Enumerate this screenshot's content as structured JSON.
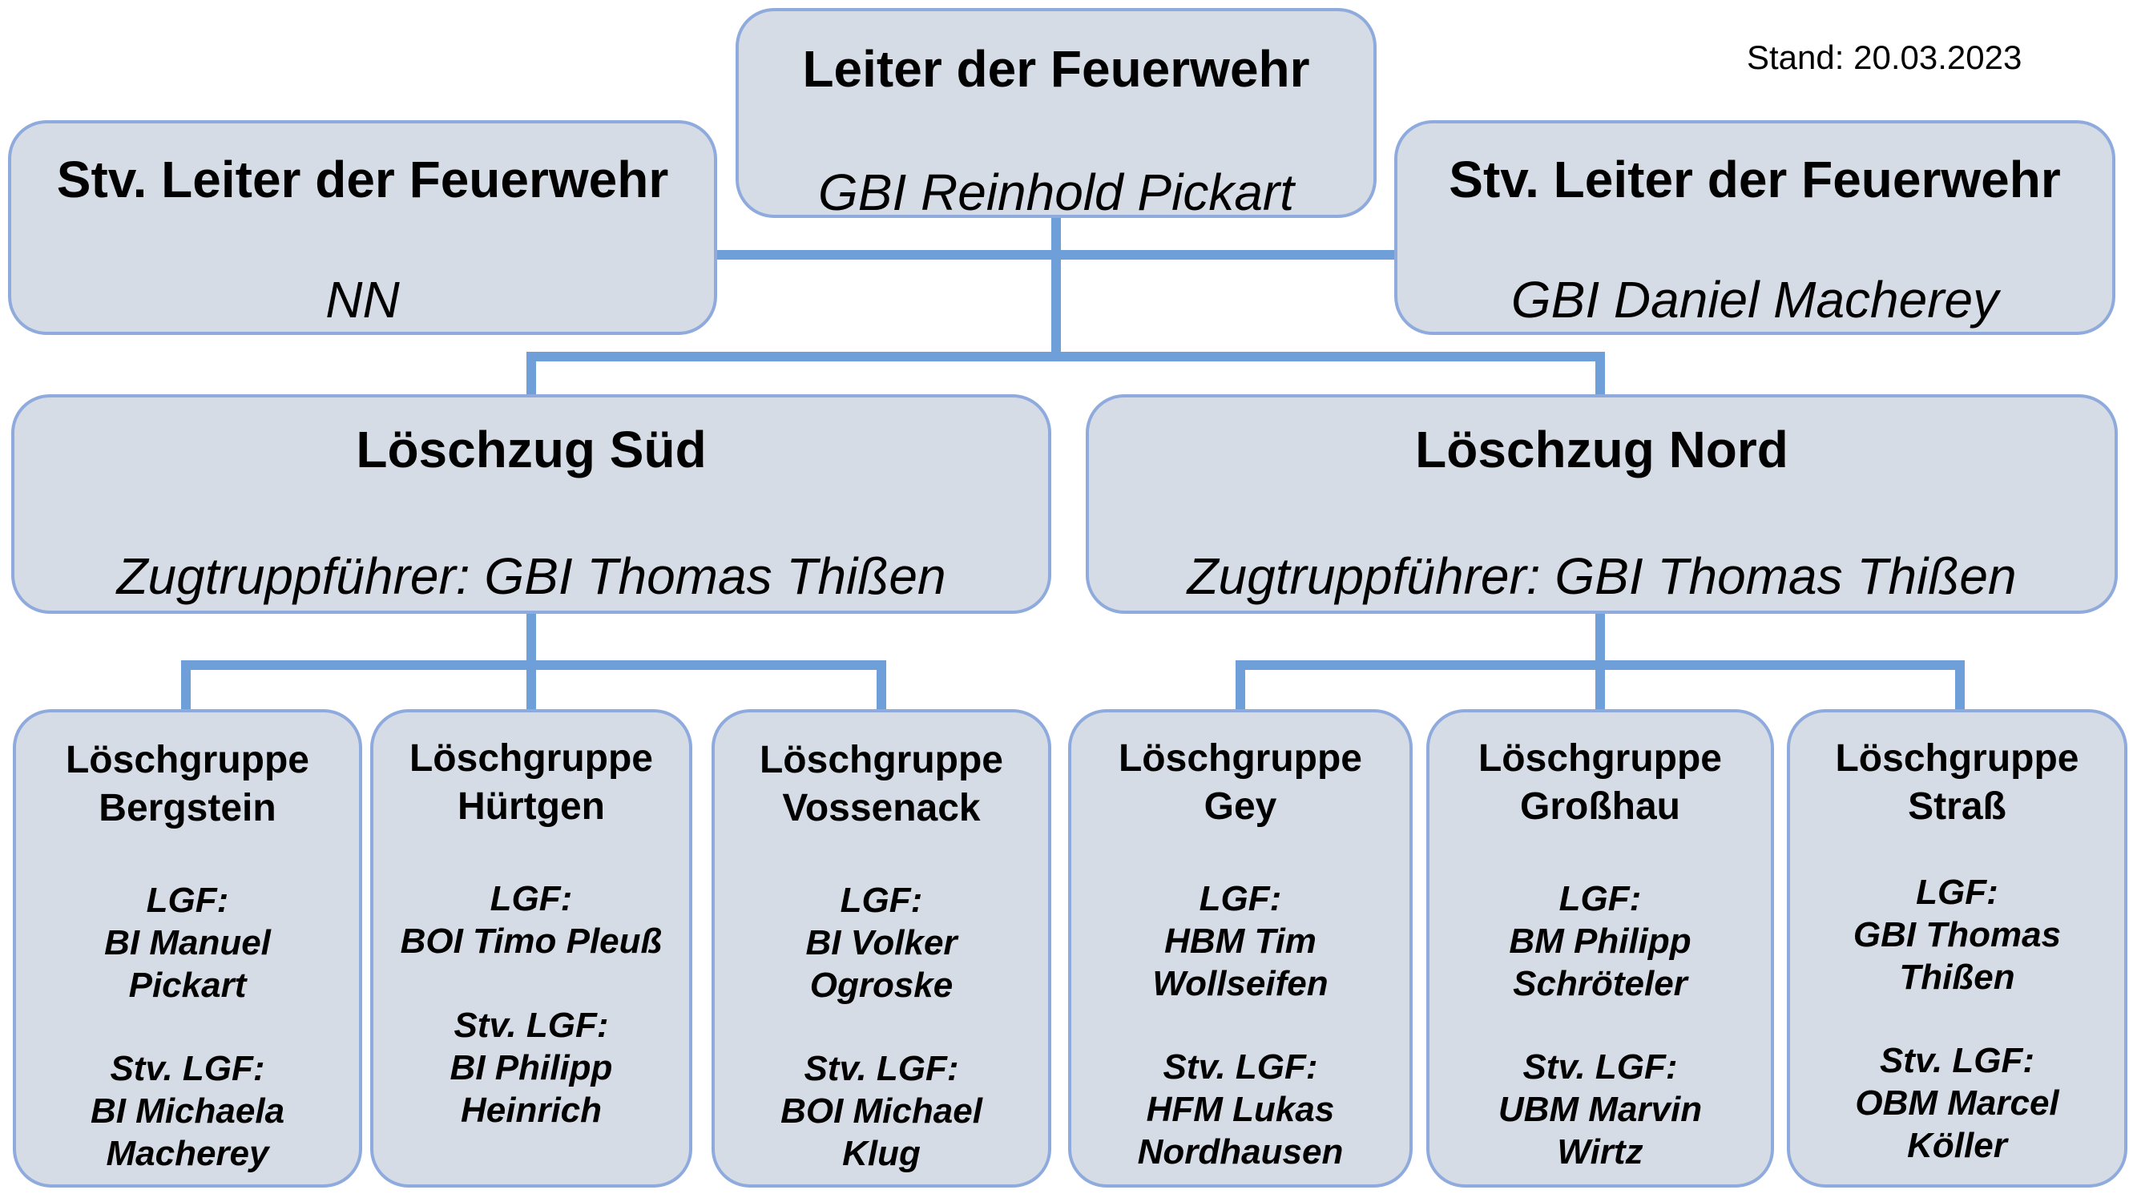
{
  "stand": "Stand: 20.03.2023",
  "leiter": {
    "title": "Leiter der Feuerwehr",
    "name": "GBI Reinhold Pickart"
  },
  "stv_links": {
    "title": "Stv. Leiter der Feuerwehr",
    "name": "NN"
  },
  "stv_rechts": {
    "title": "Stv. Leiter der Feuerwehr",
    "name": "GBI Daniel Macherey"
  },
  "zug_sued": {
    "title": "Löschzug Süd",
    "name": "Zugtruppführer: GBI Thomas Thißen"
  },
  "zug_nord": {
    "title": "Löschzug Nord",
    "name": "Zugtruppführer: GBI Thomas Thißen"
  },
  "gruppen": [
    {
      "title": "Löschgruppe",
      "sub": "Bergstein",
      "lgf_label": "LGF:",
      "lgf": [
        "BI Manuel",
        "Pickart"
      ],
      "stv_label": "Stv. LGF:",
      "stv": [
        "BI Michaela",
        "Macherey"
      ]
    },
    {
      "title": "Löschgruppe",
      "sub": "Hürtgen",
      "lgf_label": "LGF:",
      "lgf": [
        "BOI Timo Pleuß"
      ],
      "stv_label": "Stv.  LGF:",
      "stv": [
        "BI Philipp",
        "Heinrich"
      ]
    },
    {
      "title": "Löschgruppe",
      "sub": "Vossenack",
      "lgf_label": "LGF:",
      "lgf": [
        "BI Volker",
        "Ogroske"
      ],
      "stv_label": "Stv. LGF:",
      "stv": [
        "BOI Michael",
        "Klug"
      ]
    },
    {
      "title": "Löschgruppe",
      "sub": "Gey",
      "lgf_label": "LGF:",
      "lgf": [
        "HBM Tim",
        "Wollseifen"
      ],
      "stv_label": "Stv. LGF:",
      "stv": [
        "HFM Lukas",
        "Nordhausen"
      ]
    },
    {
      "title": "Löschgruppe",
      "sub": "Großhau",
      "lgf_label": "LGF:",
      "lgf": [
        "BM Philipp",
        "Schröteler"
      ],
      "stv_label": "Stv. LGF:",
      "stv": [
        "UBM Marvin",
        "Wirtz"
      ]
    },
    {
      "title": "Löschgruppe",
      "sub": "Straß",
      "lgf_label": "LGF:",
      "lgf": [
        "GBI Thomas",
        "Thißen"
      ],
      "stv_label": "Stv. LGF:",
      "stv": [
        "OBM Marcel",
        "Köller"
      ]
    }
  ]
}
